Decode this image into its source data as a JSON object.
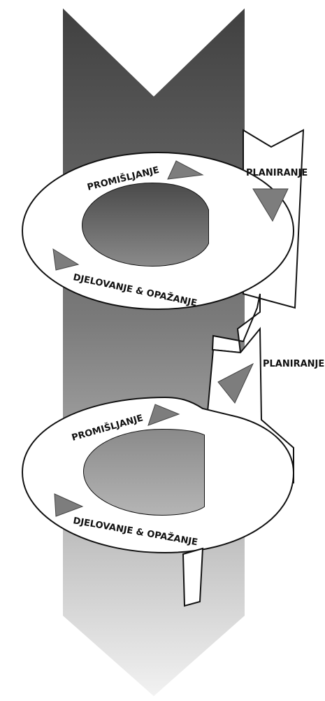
{
  "diagram": {
    "colors": {
      "band_top": "#404040",
      "band_mid": "#7a7a7a",
      "band_bottom": "#f2f2f2",
      "spiral_fill": "#ffffff",
      "spiral_stroke": "#111111",
      "triangle": "#7d7d7d",
      "text": "#111111"
    },
    "cycle1": {
      "reflect_label": "PROMIŠLJANJE",
      "plan_label": "PLANIRANJE",
      "act_label": "DJELOVANJE & OPAŽANJE"
    },
    "cycle2": {
      "reflect_label": "PROMIŠLJANJE",
      "plan_label": "PLANIRANJE",
      "act_label": "DJELOVANJE & OPAŽANJE"
    }
  }
}
